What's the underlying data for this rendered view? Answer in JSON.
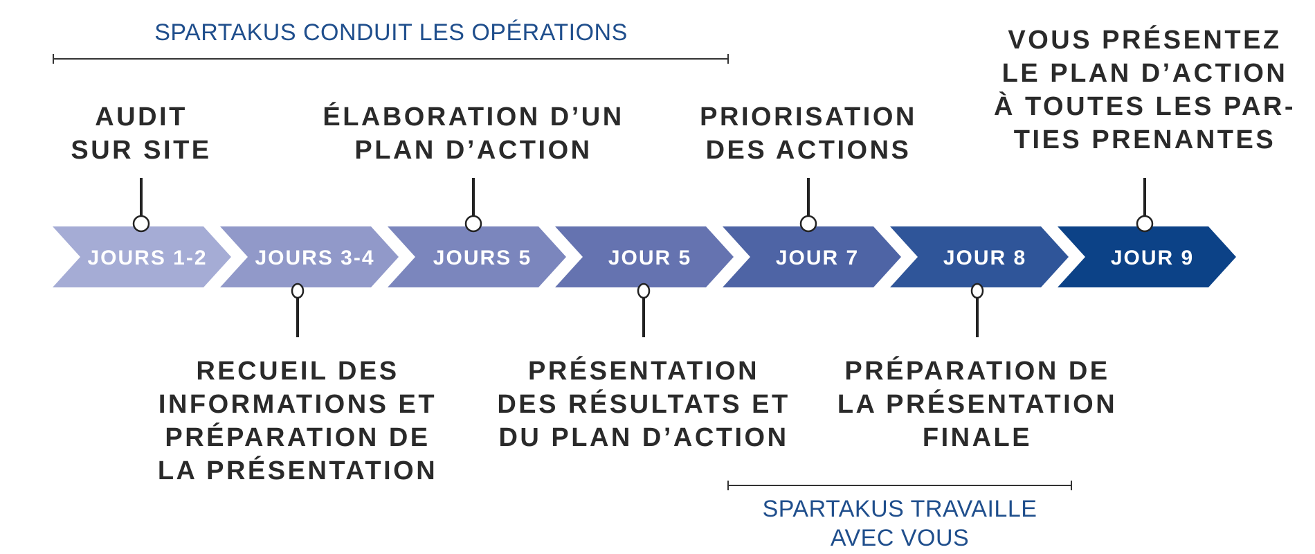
{
  "top_bracket": {
    "text": "SPARTAKUS CONDUIT LES OPÉRATIONS"
  },
  "bottom_bracket": {
    "line1": "SPARTAKUS TRAVAILLE",
    "line2": "AVEC VOUS"
  },
  "colors": {
    "bracket_text": "#1f4e8c",
    "label_text": "#2a2a2a",
    "chevrons": [
      "#a5acd5",
      "#9199c9",
      "#7b86bd",
      "#6573b0",
      "#4e64a5",
      "#2f5599",
      "#0c4287"
    ]
  },
  "steps": [
    {
      "day": "JOURS 1-2",
      "position": "top",
      "label": [
        "AUDIT",
        "SUR SITE"
      ]
    },
    {
      "day": "JOURS 3-4",
      "position": "bottom",
      "label": [
        "RECUEIL DES",
        "INFORMATIONS ET",
        "PRÉPARATION DE",
        "LA PRÉSENTATION"
      ]
    },
    {
      "day": "JOURS 5",
      "position": "top",
      "label": [
        "ÉLABORATION D’UN",
        "PLAN D’ACTION"
      ]
    },
    {
      "day": "JOUR 5",
      "position": "bottom",
      "label": [
        "PRÉSENTATION",
        "DES RÉSULTATS ET",
        "DU PLAN D’ACTION"
      ]
    },
    {
      "day": "JOUR 7",
      "position": "top",
      "label": [
        "PRIORISATION",
        "DES ACTIONS"
      ]
    },
    {
      "day": "JOUR 8",
      "position": "bottom",
      "label": [
        "PRÉPARATION DE",
        "LA PRÉSENTATION",
        "FINALE"
      ]
    },
    {
      "day": "JOUR 9",
      "position": "top",
      "label": [
        "VOUS PRÉSENTEZ",
        "LE PLAN D’ACTION",
        "À TOUTES LES PAR-",
        "TIES PRENANTES"
      ]
    }
  ]
}
